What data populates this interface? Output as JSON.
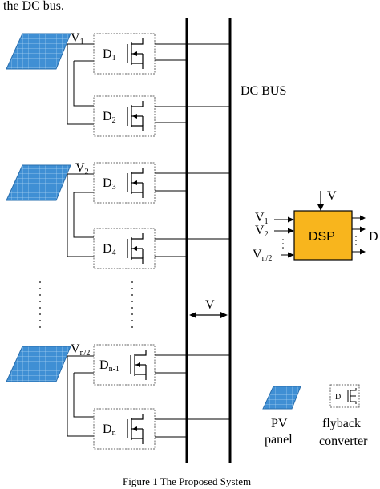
{
  "header_fragment": "the DC bus.",
  "bus_label": "DC BUS",
  "bus_voltage_label": "V",
  "caption": "Figure 1 The Proposed System",
  "panels": [
    {
      "voltage": "V",
      "voltage_sub": "1"
    },
    {
      "voltage": "V",
      "voltage_sub": "2"
    },
    {
      "voltage": "V",
      "voltage_sub": "n/2"
    }
  ],
  "converters": [
    {
      "label": "D",
      "sub": "1"
    },
    {
      "label": "D",
      "sub": "2"
    },
    {
      "label": "D",
      "sub": "3"
    },
    {
      "label": "D",
      "sub": "4"
    },
    {
      "label": "D",
      "sub": "n-1"
    },
    {
      "label": "D",
      "sub": "n"
    }
  ],
  "dsp": {
    "label": "DSP",
    "top_input": "V",
    "inputs": [
      {
        "main": "V",
        "sub": "1"
      },
      {
        "main": "V",
        "sub": "2"
      },
      {
        "main": "V",
        "sub": "n/2"
      }
    ],
    "output": "D",
    "fill_color": "#f8b51d"
  },
  "legend": {
    "pv_line1": "PV",
    "pv_line2": "panel",
    "flyback_line1": "flyback",
    "flyback_line2": "converter",
    "flyback_icon_label": "D"
  },
  "colors": {
    "panel_fill": "#3f8fd4",
    "panel_grid": "#a9d2f2",
    "converter_border": "#666666"
  }
}
